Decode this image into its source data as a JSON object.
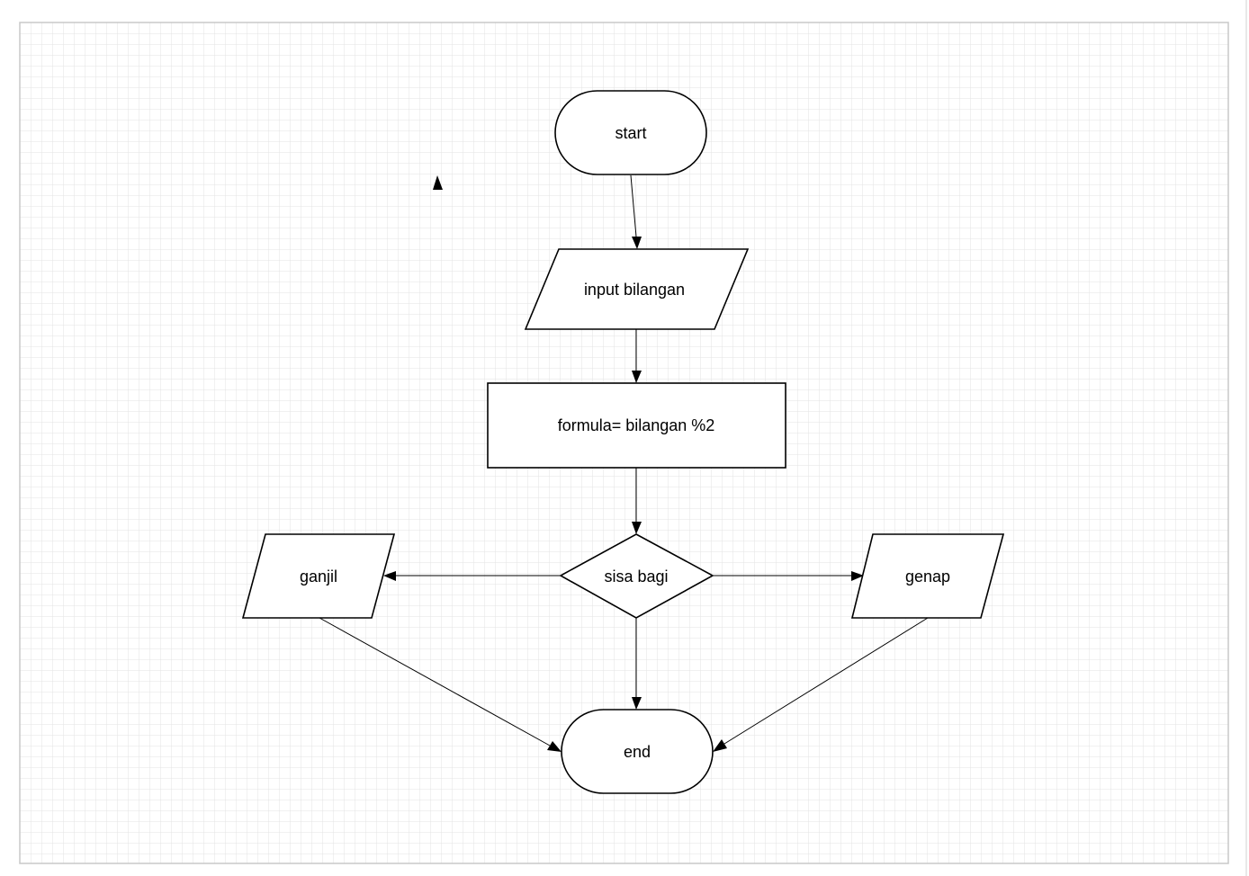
{
  "diagram": {
    "type": "flowchart",
    "grid_visible": true,
    "colors": {
      "grid_line": "#e3e3e3",
      "page_border": "#c8c8c8",
      "shape_stroke": "#000000",
      "shape_fill": "#ffffff",
      "text": "#000000"
    },
    "nodes": {
      "start": {
        "label": "start",
        "shape": "terminator"
      },
      "input": {
        "label": "input bilangan",
        "shape": "parallelogram"
      },
      "process": {
        "label": "formula= bilangan %2",
        "shape": "rectangle"
      },
      "decision": {
        "label": "sisa bagi",
        "shape": "diamond"
      },
      "ganjil": {
        "label": "ganjil",
        "shape": "parallelogram"
      },
      "genap": {
        "label": "genap",
        "shape": "parallelogram"
      },
      "end": {
        "label": "end",
        "shape": "terminator"
      }
    },
    "edges": [
      {
        "from": "start",
        "to": "input"
      },
      {
        "from": "input",
        "to": "process"
      },
      {
        "from": "process",
        "to": "decision"
      },
      {
        "from": "decision",
        "to": "ganjil"
      },
      {
        "from": "decision",
        "to": "genap"
      },
      {
        "from": "decision",
        "to": "end"
      },
      {
        "from": "ganjil",
        "to": "end"
      },
      {
        "from": "genap",
        "to": "end"
      }
    ]
  }
}
